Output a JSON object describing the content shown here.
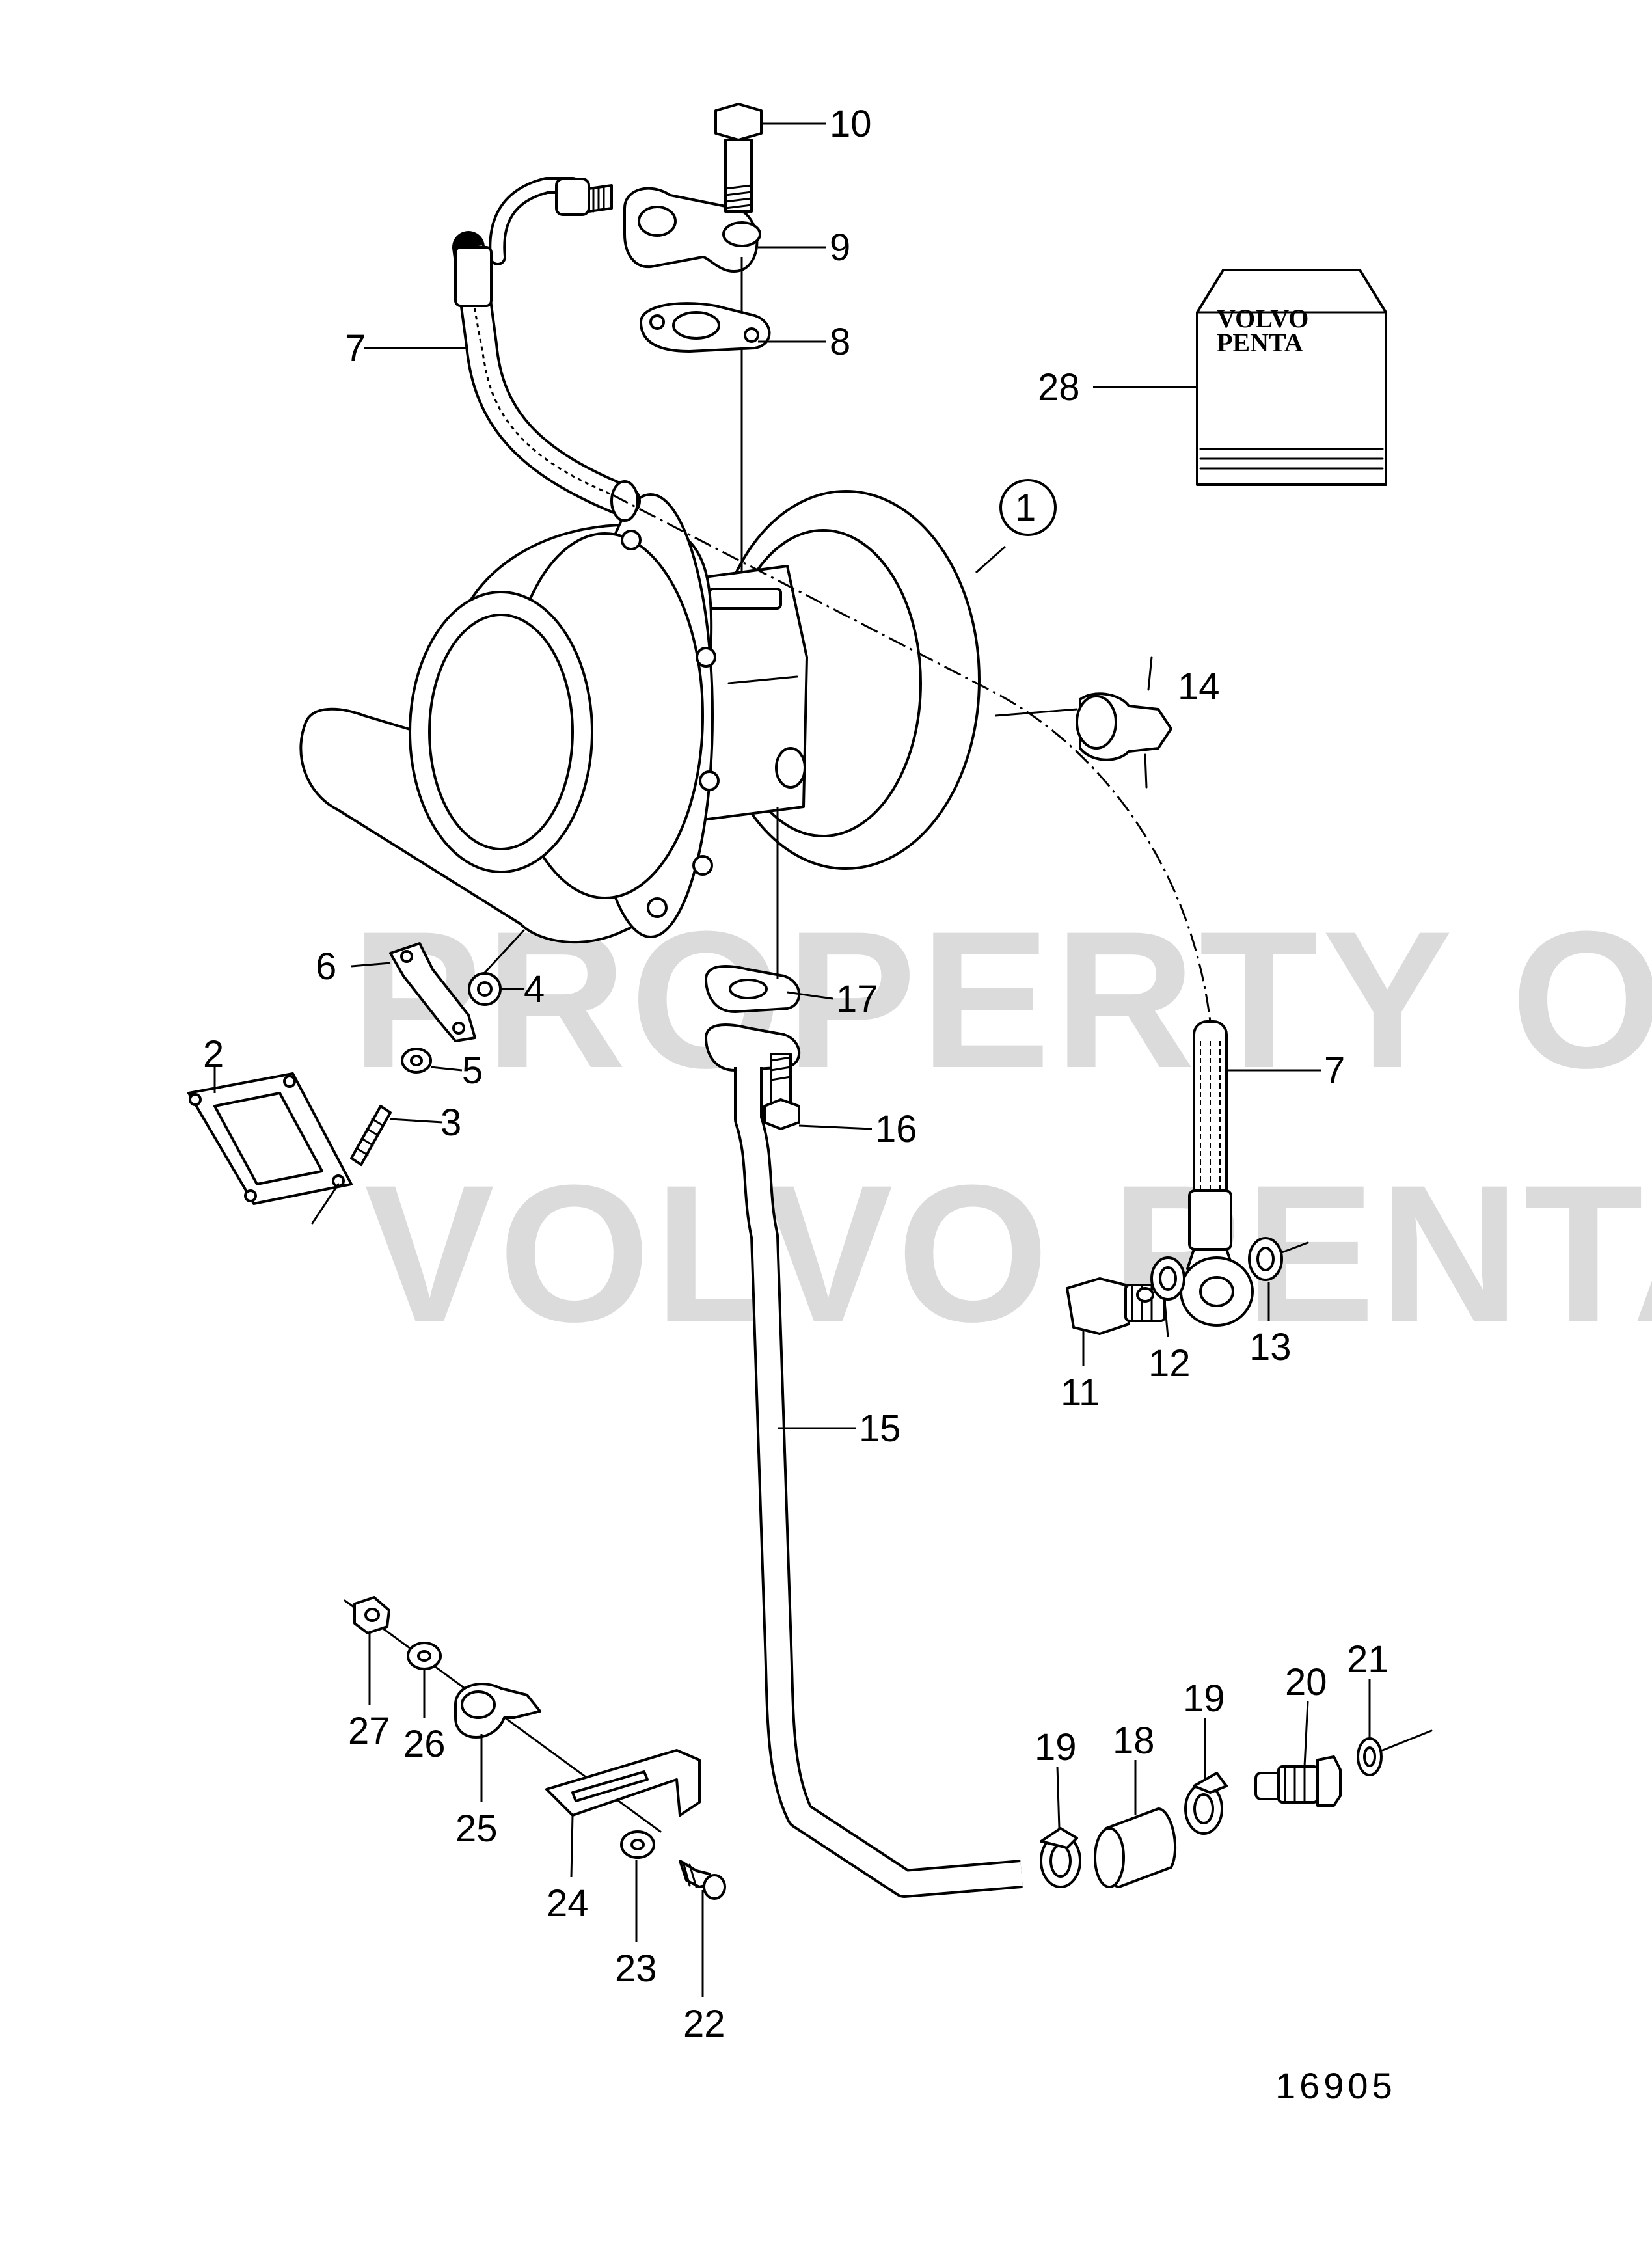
{
  "diagram": {
    "drawing_number": "16905",
    "watermark": {
      "line1": "PROPERTY OF",
      "line2": "VOLVO PENTA"
    },
    "booklet": {
      "line1": "VOLVO",
      "line2": "PENTA"
    },
    "part_labels": [
      {
        "id": "p1",
        "text": "1"
      },
      {
        "id": "p2",
        "text": "2"
      },
      {
        "id": "p3",
        "text": "3"
      },
      {
        "id": "p4",
        "text": "4"
      },
      {
        "id": "p5",
        "text": "5"
      },
      {
        "id": "p6",
        "text": "6"
      },
      {
        "id": "p7a",
        "text": "7"
      },
      {
        "id": "p7b",
        "text": "7"
      },
      {
        "id": "p8",
        "text": "8"
      },
      {
        "id": "p9",
        "text": "9"
      },
      {
        "id": "p10",
        "text": "10"
      },
      {
        "id": "p11",
        "text": "11"
      },
      {
        "id": "p12",
        "text": "12"
      },
      {
        "id": "p13",
        "text": "13"
      },
      {
        "id": "p14",
        "text": "14"
      },
      {
        "id": "p15",
        "text": "15"
      },
      {
        "id": "p16",
        "text": "16"
      },
      {
        "id": "p17",
        "text": "17"
      },
      {
        "id": "p18",
        "text": "18"
      },
      {
        "id": "p19a",
        "text": "19"
      },
      {
        "id": "p19b",
        "text": "19"
      },
      {
        "id": "p20",
        "text": "20"
      },
      {
        "id": "p21",
        "text": "21"
      },
      {
        "id": "p22",
        "text": "22"
      },
      {
        "id": "p23",
        "text": "23"
      },
      {
        "id": "p24",
        "text": "24"
      },
      {
        "id": "p25",
        "text": "25"
      },
      {
        "id": "p26",
        "text": "26"
      },
      {
        "id": "p27",
        "text": "27"
      },
      {
        "id": "p28",
        "text": "28"
      }
    ]
  }
}
